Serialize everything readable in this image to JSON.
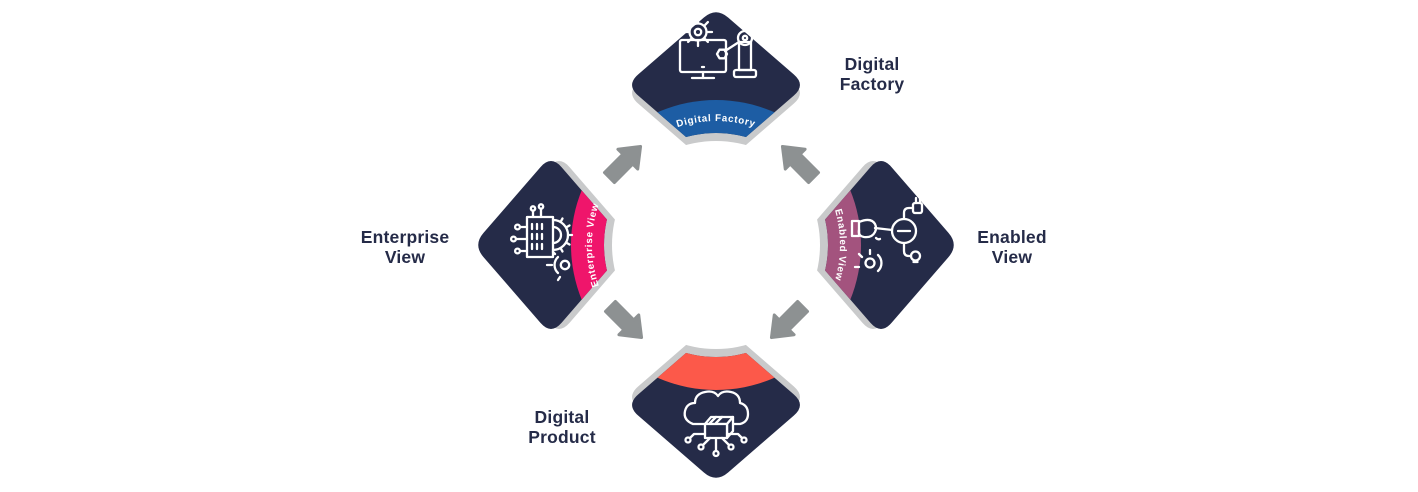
{
  "diagram": {
    "nodes": {
      "factory": {
        "label_line1": "Digital",
        "label_line2": "Factory",
        "band_label": "Digital Factory",
        "band_color": "#1d5da4"
      },
      "enabled": {
        "label_line1": "Enabled",
        "label_line2": "View",
        "band_label": "Enabled View",
        "band_color": "#a3537e"
      },
      "product": {
        "label_line1": "Digital",
        "label_line2": "Product",
        "band_label": "",
        "band_color": "#fc594a"
      },
      "enterprise": {
        "label_line1": "Enterprise",
        "label_line2": "View",
        "band_label": "Enterprise View",
        "band_color": "#ef156b"
      }
    },
    "arrows": [
      {
        "from": "enterprise",
        "to": "factory"
      },
      {
        "from": "enabled",
        "to": "factory"
      },
      {
        "from": "enterprise",
        "to": "product"
      },
      {
        "from": "enabled",
        "to": "product"
      }
    ],
    "colors": {
      "node_fill": "#252b48",
      "node_shadow": "#c9cacb",
      "arrow": "#8d9192",
      "label_text": "#252b48",
      "band_text": "#ffffff"
    }
  }
}
